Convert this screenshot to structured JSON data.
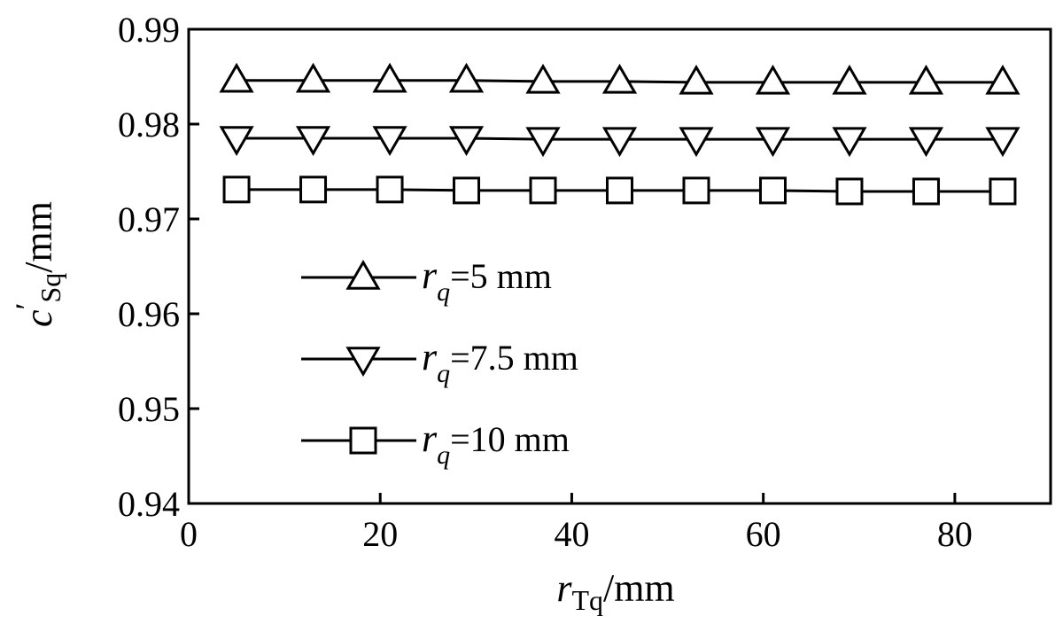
{
  "chart_data": {
    "type": "line",
    "xlabel": {
      "var": "r",
      "sub": "Tq",
      "unit": "/mm"
    },
    "ylabel": {
      "var": "c",
      "prime": "′",
      "sub": "Sq",
      "unit": "/mm"
    },
    "xlim": [
      0,
      90
    ],
    "ylim": [
      0.94,
      0.99
    ],
    "xticks": [
      0,
      20,
      40,
      60,
      80
    ],
    "yticks": [
      0.94,
      0.95,
      0.96,
      0.97,
      0.98,
      0.99
    ],
    "xtick_labels": [
      "0",
      "20",
      "40",
      "60",
      "80"
    ],
    "ytick_labels": [
      "0.94",
      "0.95",
      "0.96",
      "0.97",
      "0.98",
      "0.99"
    ],
    "x": [
      5,
      13,
      21,
      29,
      37,
      45,
      53,
      61,
      69,
      77,
      85
    ],
    "grid": false,
    "legend_position": "center-left",
    "series": [
      {
        "label": {
          "var": "r",
          "sub": "q",
          "rest": "=5 mm"
        },
        "marker": "triangle-up",
        "values": [
          0.9846,
          0.9846,
          0.9846,
          0.9846,
          0.9845,
          0.9845,
          0.9844,
          0.9844,
          0.9844,
          0.9844,
          0.9844
        ]
      },
      {
        "label": {
          "var": "r",
          "sub": "q",
          "rest": "=7.5 mm"
        },
        "marker": "triangle-down",
        "values": [
          0.9785,
          0.9785,
          0.9785,
          0.9785,
          0.9784,
          0.9784,
          0.9784,
          0.9784,
          0.9784,
          0.9784,
          0.9784
        ]
      },
      {
        "label": {
          "var": "r",
          "sub": "q",
          "rest": "=10 mm"
        },
        "marker": "square",
        "values": [
          0.9731,
          0.9731,
          0.9731,
          0.973,
          0.973,
          0.973,
          0.973,
          0.973,
          0.9729,
          0.9729,
          0.9729
        ]
      }
    ],
    "line_color": "#000000",
    "marker_fill": "#ffffff"
  }
}
